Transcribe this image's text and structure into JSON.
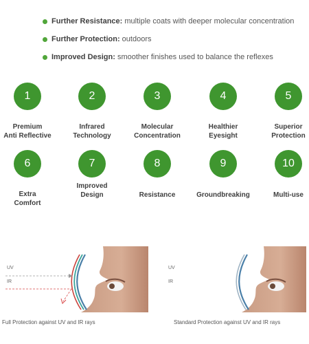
{
  "bullets": [
    {
      "strong": "Further Resistance:",
      "text": " multiple coats with deeper molecular concentration"
    },
    {
      "strong": "Further Protection:",
      "text": " outdoors"
    },
    {
      "strong": "Improved Design:",
      "text": " smoother finishes used to balance the reflexes"
    }
  ],
  "features": [
    {
      "number": "1",
      "label_line1": "Premium",
      "label_line2": "Anti Reflective"
    },
    {
      "number": "2",
      "label_line1": "Infrared",
      "label_line2": "Technology"
    },
    {
      "number": "3",
      "label_line1": "Molecular",
      "label_line2": "Concentration"
    },
    {
      "number": "4",
      "label_line1": "Healthier",
      "label_line2": "Eyesight"
    },
    {
      "number": "5",
      "label_line1": "Superior",
      "label_line2": "Protection"
    },
    {
      "number": "6",
      "label_line1": "Extra",
      "label_line2": "Comfort"
    },
    {
      "number": "7",
      "label_line1": "Improved",
      "label_line2": "Design"
    },
    {
      "number": "8",
      "label_line1": "Resistance",
      "label_line2": ""
    },
    {
      "number": "9",
      "label_line1": "Groundbreaking",
      "label_line2": ""
    },
    {
      "number": "10",
      "label_line1": "Multi-use",
      "label_line2": ""
    }
  ],
  "figures": {
    "left": {
      "uv_label": "UV",
      "ir_label": "IR",
      "caption": "Full Protection against UV and IR rays"
    },
    "right": {
      "uv_label": "UV",
      "ir_label": "IR",
      "caption": "Standard Protection against UV and IR rays"
    }
  },
  "colors": {
    "accent_green": "#3f962f",
    "bullet_green": "#51a63a",
    "uv_ray": "#9a9a9a",
    "ir_ray": "#d94848",
    "lens_blue": "#4a7fa8",
    "lens_teal": "#3aa39a",
    "lens_red": "#c9423c"
  }
}
